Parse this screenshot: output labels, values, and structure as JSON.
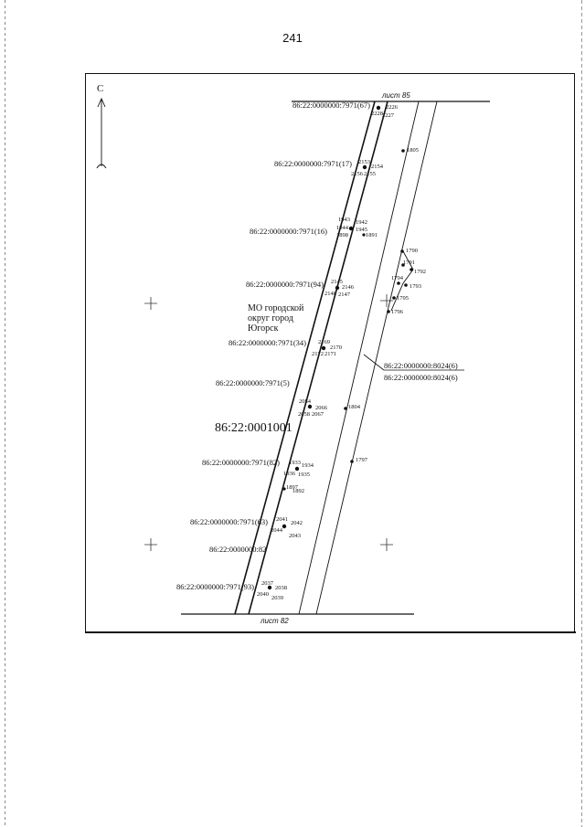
{
  "page": {
    "number": "241"
  },
  "north_label": "С",
  "sheets": {
    "top": "лист 85",
    "bottom": "лист 82"
  },
  "district": {
    "line1": "МО городской",
    "line2": "округ город",
    "line3": "Югорск"
  },
  "block_number": "86:22:0001001",
  "right_parcel": {
    "upper": "86:22:0000000:8024(6)",
    "lower": "86:22:0000000:8024(6)"
  },
  "parcels": [
    {
      "id": "p67",
      "label": "86:22:0000000:7971(67)",
      "points": [
        "2226",
        "2228",
        "2227"
      ]
    },
    {
      "id": "p17",
      "label": "86:22:0000000:7971(17)",
      "points": [
        "2153",
        "2154",
        "2156",
        "2155"
      ]
    },
    {
      "id": "p16",
      "label": "86:22:0000000:7971(16)",
      "points": [
        "1943",
        "1942",
        "1944",
        "1945",
        "1898",
        "1891"
      ]
    },
    {
      "id": "p94",
      "label": "86:22:0000000:7971(94)",
      "points": [
        "2145",
        "2146",
        "2148",
        "2147"
      ]
    },
    {
      "id": "p34",
      "label": "86:22:0000000:7971(34)",
      "points": [
        "2169",
        "2170",
        "2172",
        "2171"
      ]
    },
    {
      "id": "p5",
      "label": "86:22:0000000:7971(5)",
      "points": [
        "2054",
        "2066",
        "2058",
        "2067"
      ]
    },
    {
      "id": "p82",
      "label": "86:22:0000000:7971(82)",
      "points": [
        "1933",
        "1934",
        "1936",
        "1935",
        "1897",
        "1892"
      ]
    },
    {
      "id": "p63",
      "label": "86:22:0000000:7971(63)",
      "points": [
        "2041",
        "2042",
        "2044",
        "2043"
      ]
    },
    {
      "id": "p82b",
      "label": "86:22:0000000:82",
      "points": []
    },
    {
      "id": "p93",
      "label": "86:22:0000000:7971(93)",
      "points": [
        "2037",
        "2038",
        "2040",
        "2039"
      ]
    }
  ],
  "right_points": [
    "1805",
    "1790",
    "1791",
    "1792",
    "1794",
    "1793",
    "1795",
    "1796",
    "1804",
    "1797"
  ]
}
